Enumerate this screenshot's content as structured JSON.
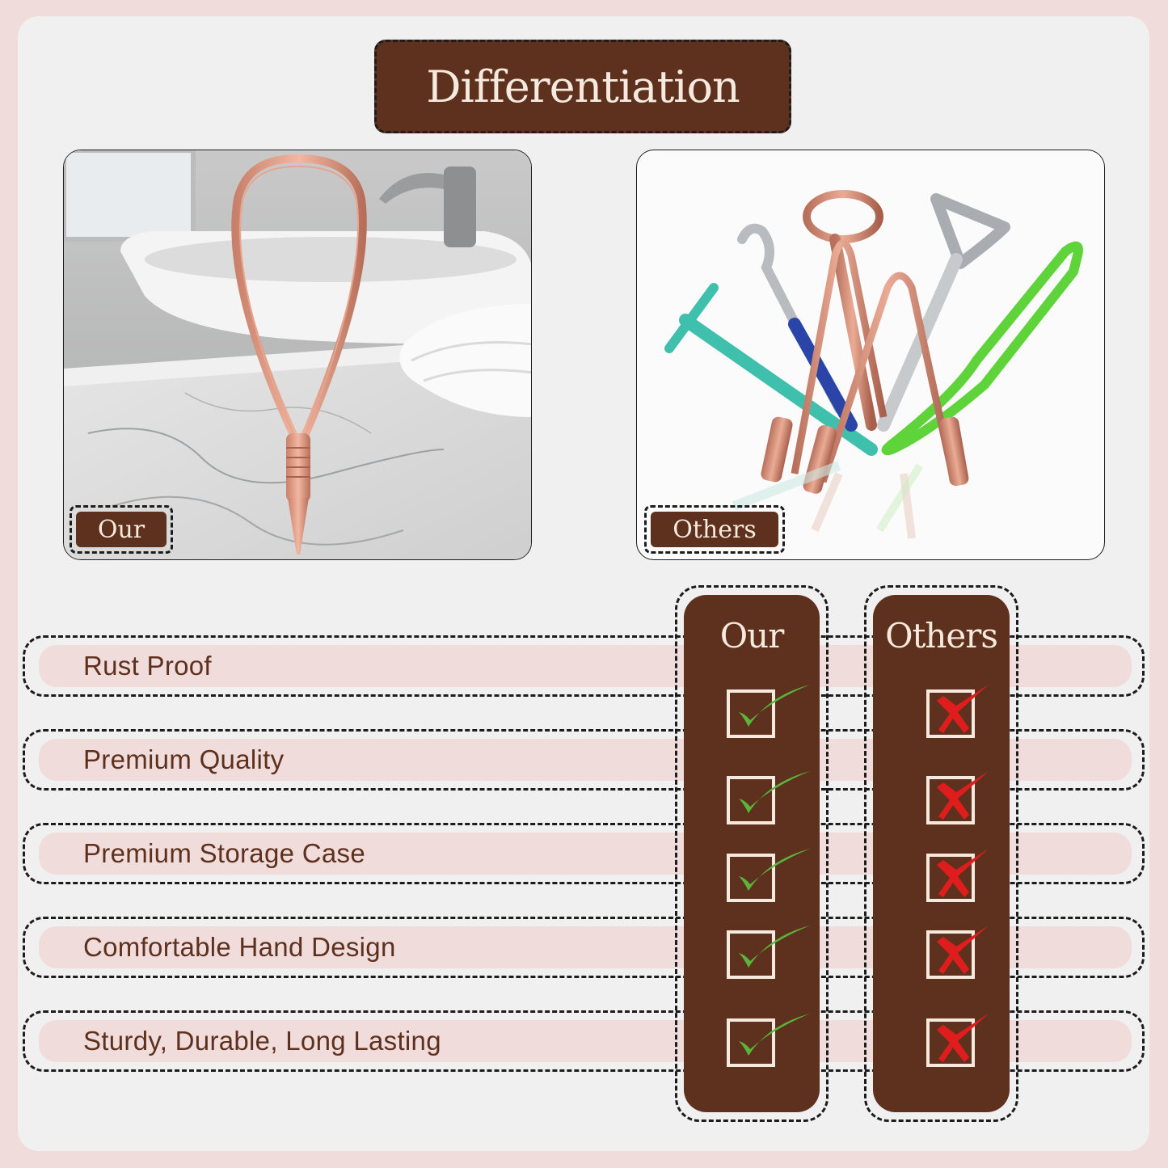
{
  "title": "Differentiation",
  "photos": {
    "ours_tag": "Our",
    "others_tag": "Others"
  },
  "columns": {
    "ours": "Our",
    "others": "Others"
  },
  "features": [
    {
      "label": "Rust Proof",
      "ours": "check",
      "others": "cross"
    },
    {
      "label": "Premium Quality",
      "ours": "check",
      "others": "cross"
    },
    {
      "label": "Premium Storage Case",
      "ours": "check",
      "others": "cross"
    },
    {
      "label": "Comfortable Hand Design",
      "ours": "check",
      "others": "cross"
    },
    {
      "label": "Sturdy, Durable, Long Lasting",
      "ours": "check",
      "others": "cross"
    }
  ],
  "colors": {
    "brown": "#5e311e",
    "pink": "#f0dcdb",
    "cream": "#f6e9de",
    "check": "#5bb53a",
    "cross": "#e01d1d"
  },
  "icons": {
    "check": "check-icon",
    "cross": "cross-icon"
  }
}
